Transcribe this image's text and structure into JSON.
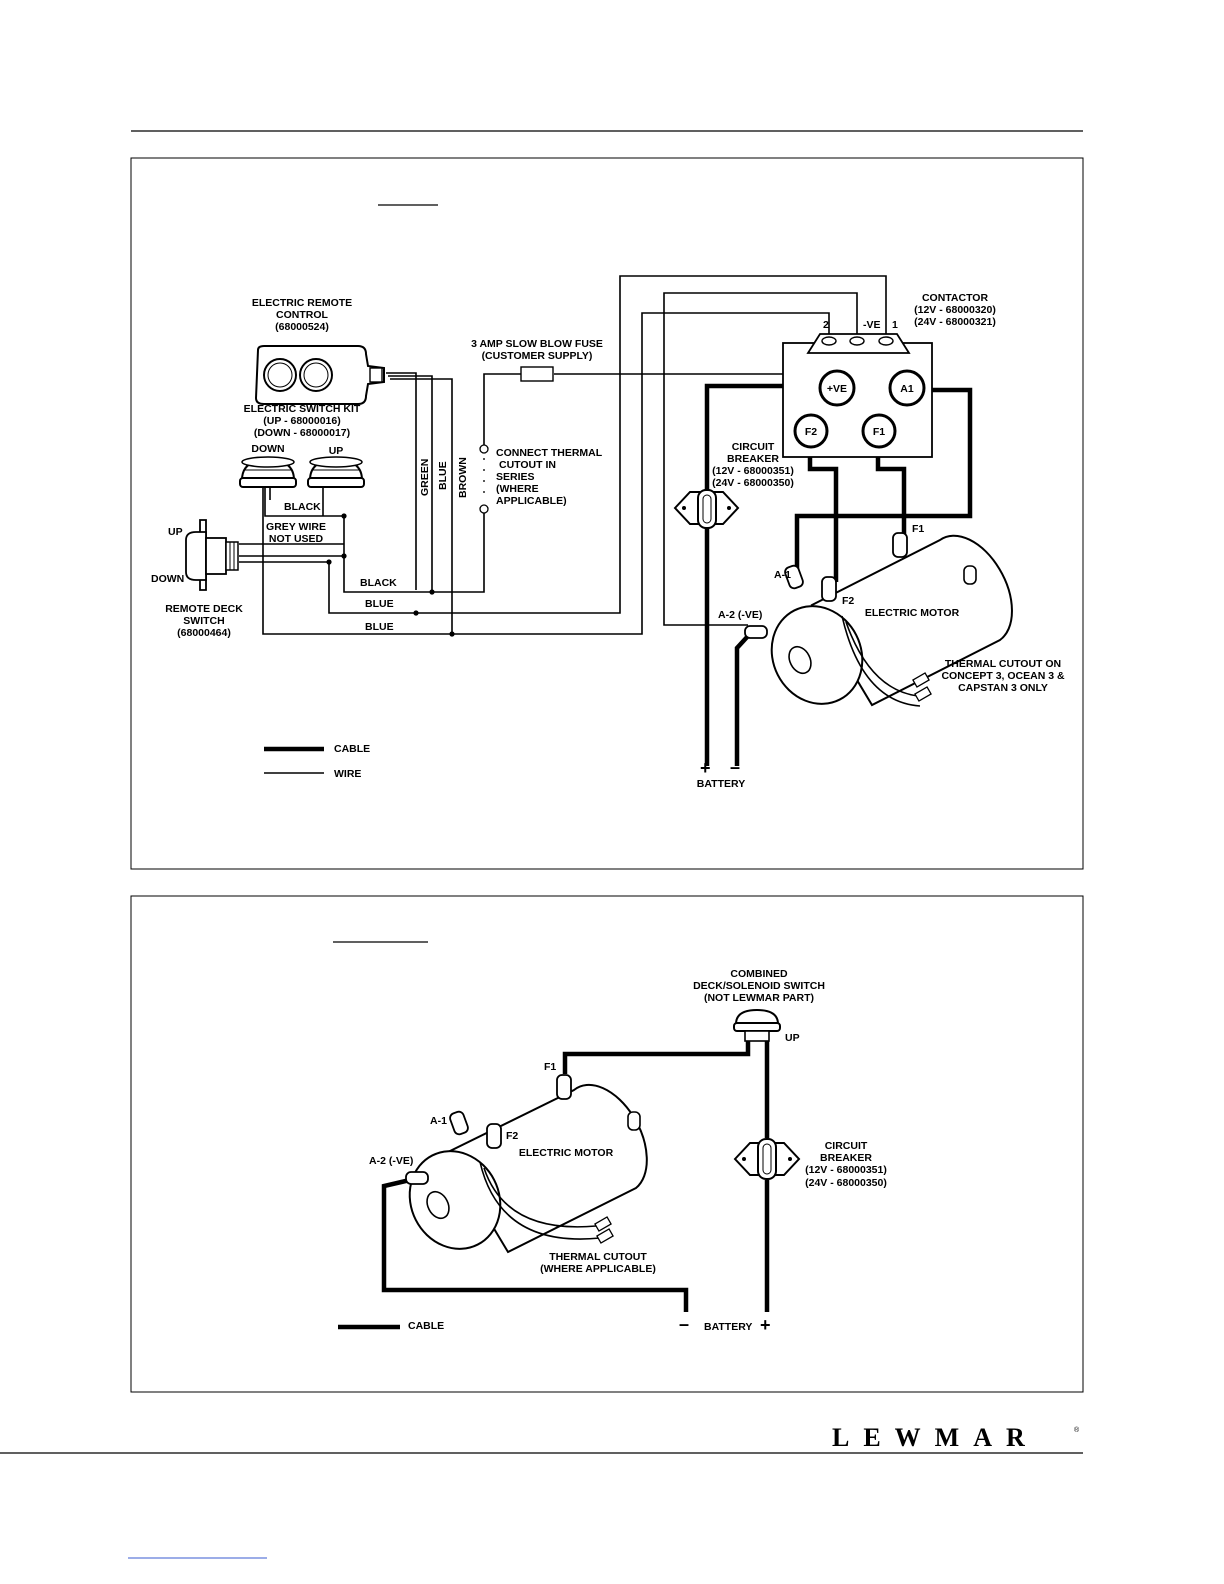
{
  "diagram1": {
    "remote_control": {
      "title": "ELECTRIC REMOTE",
      "title2": "CONTROL",
      "part": "(68000524)"
    },
    "switch_kit": {
      "title": "ELECTRIC SWITCH KIT",
      "up": "(UP - 68000016)",
      "down": "(DOWN - 68000017)"
    },
    "down_label": "DOWN",
    "up_label": "UP",
    "black_wire": "BLACK",
    "grey_wire": "GREY WIRE",
    "grey_wire2": "NOT USED",
    "deck_switch": {
      "up": "UP",
      "down": "DOWN",
      "title": "REMOTE DECK",
      "title2": "SWITCH",
      "part": "(68000464)"
    },
    "wire_green": "GREEN",
    "wire_blue": "BLUE",
    "wire_brown": "BROWN",
    "wire_black": "BLACK",
    "wire_blue_1": "BLUE",
    "wire_blue_2": "BLUE",
    "fuse": {
      "line1": "3 AMP SLOW BLOW FUSE",
      "line2": "(CUSTOMER SUPPLY)"
    },
    "thermal_note": {
      "l1": "CONNECT THERMAL",
      "l2": "CUTOUT IN",
      "l3": "SERIES",
      "l4": "(WHERE",
      "l5": "APPLICABLE)"
    },
    "contactor": {
      "title": "CONTACTOR",
      "v12": "(12V - 68000320)",
      "v24": "(24V - 68000321)",
      "t2": "2",
      "tneg": "-VE",
      "t1": "1",
      "pve": "+VE",
      "a1": "A1",
      "f2": "F2",
      "f1": "F1"
    },
    "breaker": {
      "title": "CIRCUIT",
      "title2": "BREAKER",
      "v12": "(12V - 68000351)",
      "v24": "(24V - 68000350)"
    },
    "motor": {
      "label": "ELECTRIC MOTOR",
      "f1": "F1",
      "f2": "F2",
      "a1": "A-1",
      "a2": "A-2 (-VE)"
    },
    "thermal_cutout": {
      "l1": "THERMAL CUTOUT ON",
      "l2": "CONCEPT 3, OCEAN 3 &",
      "l3": "CAPSTAN 3 ONLY"
    },
    "battery": {
      "label": "BATTERY",
      "plus": "+",
      "minus": "–"
    },
    "legend": {
      "cable": "CABLE",
      "wire": "WIRE"
    }
  },
  "diagram2": {
    "switch": {
      "l1": "COMBINED",
      "l2": "DECK/SOLENOID SWITCH",
      "l3": "(NOT LEWMAR PART)",
      "up": "UP"
    },
    "motor": {
      "label": "ELECTRIC MOTOR",
      "f1": "F1",
      "f2": "F2",
      "a1": "A-1",
      "a2": "A-2 (-VE)"
    },
    "breaker": {
      "title": "CIRCUIT",
      "title2": "BREAKER",
      "v12": "(12V - 68000351)",
      "v24": "(24V - 68000350)"
    },
    "thermal": {
      "l1": "THERMAL CUTOUT",
      "l2": "(WHERE APPLICABLE)"
    },
    "battery": {
      "label": "BATTERY",
      "plus": "+",
      "minus": "–"
    },
    "legend": {
      "cable": "CABLE"
    }
  },
  "footer": {
    "brand": "LEWMAR",
    "reg": "®"
  }
}
